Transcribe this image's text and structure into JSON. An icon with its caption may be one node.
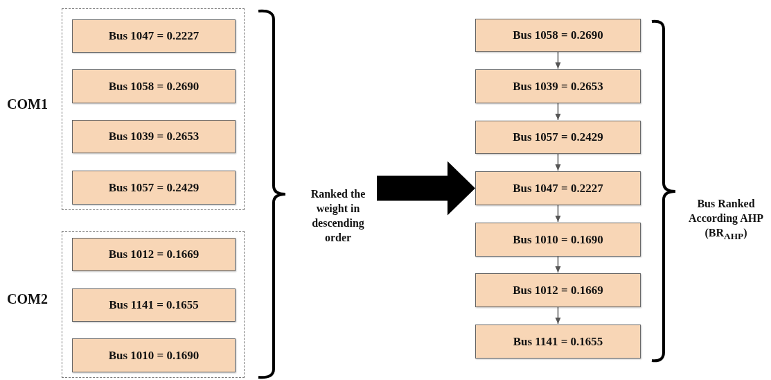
{
  "diagram": {
    "nodes": [
      {
        "text": [
          "COM1"
        ]
      },
      {
        "text": [
          "Bus 1047 = 0.2227"
        ],
        "in": 0
      },
      {
        "text": [
          "Bus 1058 = 0.2690"
        ],
        "in": 0
      },
      {
        "text": [
          "Bus 1039 = 0.2653"
        ],
        "in": 0
      },
      {
        "text": [
          "Bus 1057 = 0.2429"
        ],
        "in": 0
      },
      {
        "text": [
          "COM2"
        ]
      },
      {
        "text": [
          "Bus 1012 = 0.1669"
        ],
        "in": 5
      },
      {
        "text": [
          "Bus 1141 = 0.1655"
        ],
        "in": 5
      },
      {
        "text": [
          "Bus 1010 = 0.1690"
        ],
        "in": 5
      },
      {
        "text": [
          "Ranked the weight in descending order"
        ]
      },
      {
        "text": [
          "Bus 1058 = 0.2690"
        ]
      },
      {
        "text": [
          "Bus 1039 = 0.2653"
        ]
      },
      {
        "text": [
          "Bus 1057 = 0.2429"
        ]
      },
      {
        "text": [
          "Bus 1047 = 0.2227"
        ]
      },
      {
        "text": [
          "Bus 1010 = 0.1690"
        ]
      },
      {
        "text": [
          "Bus 1012 = 0.1669"
        ]
      },
      {
        "text": [
          "Bus 1141 = 0.1655"
        ]
      },
      {
        "text": [
          "Bus Ranked According AHP (BR$_{AHP}$)"
        ]
      }
    ],
    "edges": [
      {
        "from": 9,
        "to": 13,
        "arrow": "to",
        "style": "thick",
        "color": "#000000"
      },
      {
        "from": 10,
        "to": 11,
        "arrow": "to"
      },
      {
        "from": 11,
        "to": 12,
        "arrow": "to"
      },
      {
        "from": 12,
        "to": 13,
        "arrow": "to"
      },
      {
        "from": 13,
        "to": 14,
        "arrow": "to"
      },
      {
        "from": 14,
        "to": 15,
        "arrow": "to"
      },
      {
        "from": 15,
        "to": 16,
        "arrow": "to"
      }
    ]
  }
}
